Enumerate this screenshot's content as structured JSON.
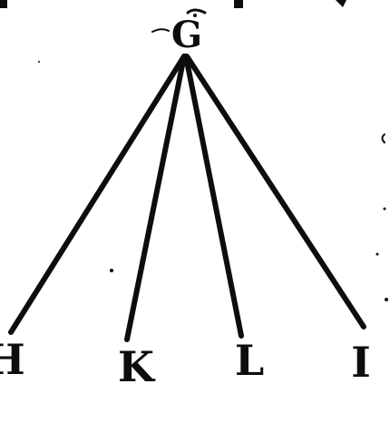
{
  "diagram": {
    "apex_label": "G",
    "bottom_labels": [
      "H",
      "K",
      "L",
      "I"
    ],
    "ink_color": "#0d0d0d",
    "background_color": "#ffffff"
  }
}
